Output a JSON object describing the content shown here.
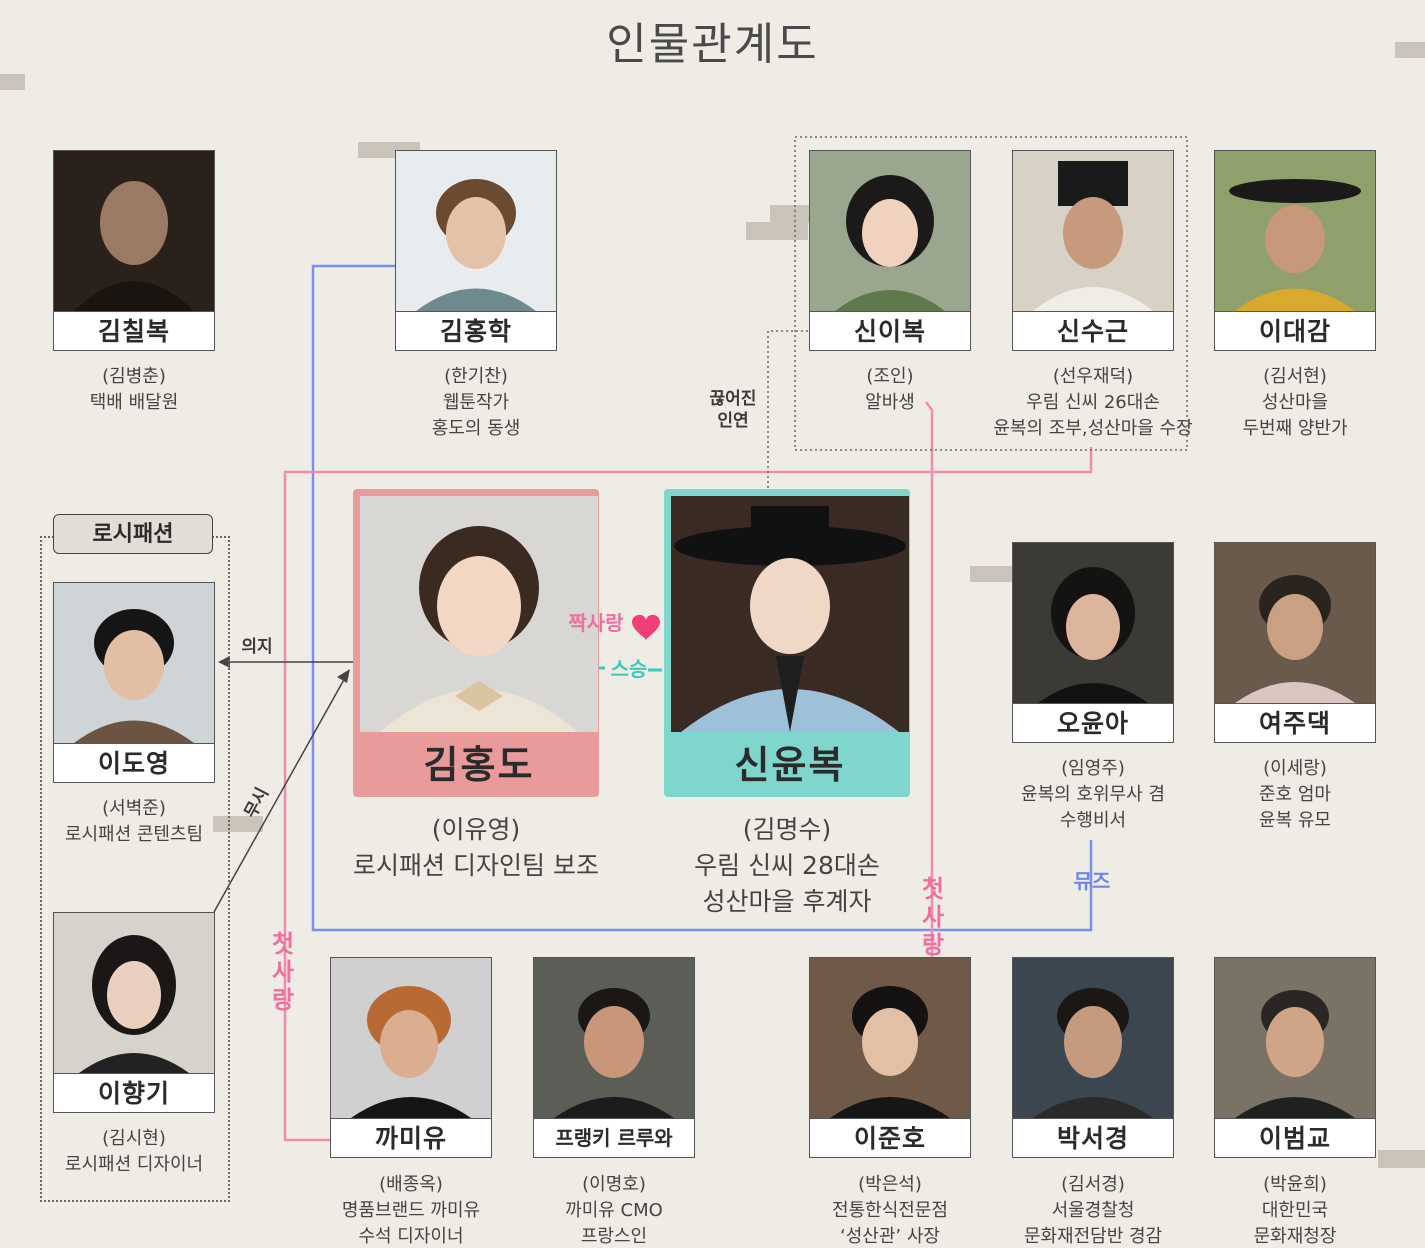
{
  "title": "인물관계도",
  "colors": {
    "pink_line": "#f28cae",
    "blue_line": "#7a8fe6",
    "teal_arrow": "#3ec9bf",
    "heart": "#ef3e78"
  },
  "main": [
    {
      "name": "김홍도",
      "actor": "(이유영)",
      "desc1": "로시패션 디자인팀 보조",
      "desc2": ""
    },
    {
      "name": "신윤복",
      "actor": "(김명수)",
      "desc1": "우림 신씨 28대손",
      "desc2": "성산마을 후계자"
    }
  ],
  "chars": [
    {
      "name": "김칠복",
      "actor": "(김병춘)",
      "desc": [
        "택배 배달원"
      ]
    },
    {
      "name": "김홍학",
      "actor": "(한기찬)",
      "desc": [
        "웹툰작가",
        "홍도의 동생"
      ]
    },
    {
      "name": "신이복",
      "actor": "(조인)",
      "desc": [
        "알바생"
      ]
    },
    {
      "name": "신수근",
      "actor": "(선우재덕)",
      "desc": [
        "우림 신씨 26대손",
        "윤복의 조부,성산마을 수장"
      ]
    },
    {
      "name": "이대감",
      "actor": "(김서현)",
      "desc": [
        "성산마을",
        "두번째 양반가"
      ]
    },
    {
      "name": "이도영",
      "actor": "(서벽준)",
      "desc": [
        "로시패션 콘텐츠팀"
      ]
    },
    {
      "name": "이향기",
      "actor": "(김시현)",
      "desc": [
        "로시패션 디자이너"
      ]
    },
    {
      "name": "오윤아",
      "actor": "(임영주)",
      "desc": [
        "윤복의 호위무사 겸",
        "수행비서"
      ]
    },
    {
      "name": "여주댁",
      "actor": "(이세랑)",
      "desc": [
        "준호 엄마",
        "윤복 유모"
      ]
    },
    {
      "name": "까미유",
      "actor": "(배종옥)",
      "desc": [
        "명품브랜드 까미유",
        "수석 디자이너"
      ]
    },
    {
      "name": "프랭키 르루와",
      "actor": "(이명호)",
      "desc": [
        "까미유 CMO",
        "프랑스인"
      ]
    },
    {
      "name": "이준호",
      "actor": "(박은석)",
      "desc": [
        "전통한식전문점",
        "‘성산관’ 사장"
      ]
    },
    {
      "name": "박서경",
      "actor": "(김서경)",
      "desc": [
        "서울경찰청",
        "문화재전담반 경감"
      ]
    },
    {
      "name": "이범교",
      "actor": "(박윤희)",
      "desc": [
        "대한민국",
        "문화재청장"
      ]
    }
  ],
  "group": {
    "name": "로시패션"
  },
  "relations": {
    "broken_bond": [
      "끊어진",
      "인연"
    ],
    "rely": "의지",
    "ignore": "무시",
    "crush": "짝사랑",
    "mentor": "스승",
    "first_love": "첫사랑",
    "muse": "뮤즈"
  }
}
